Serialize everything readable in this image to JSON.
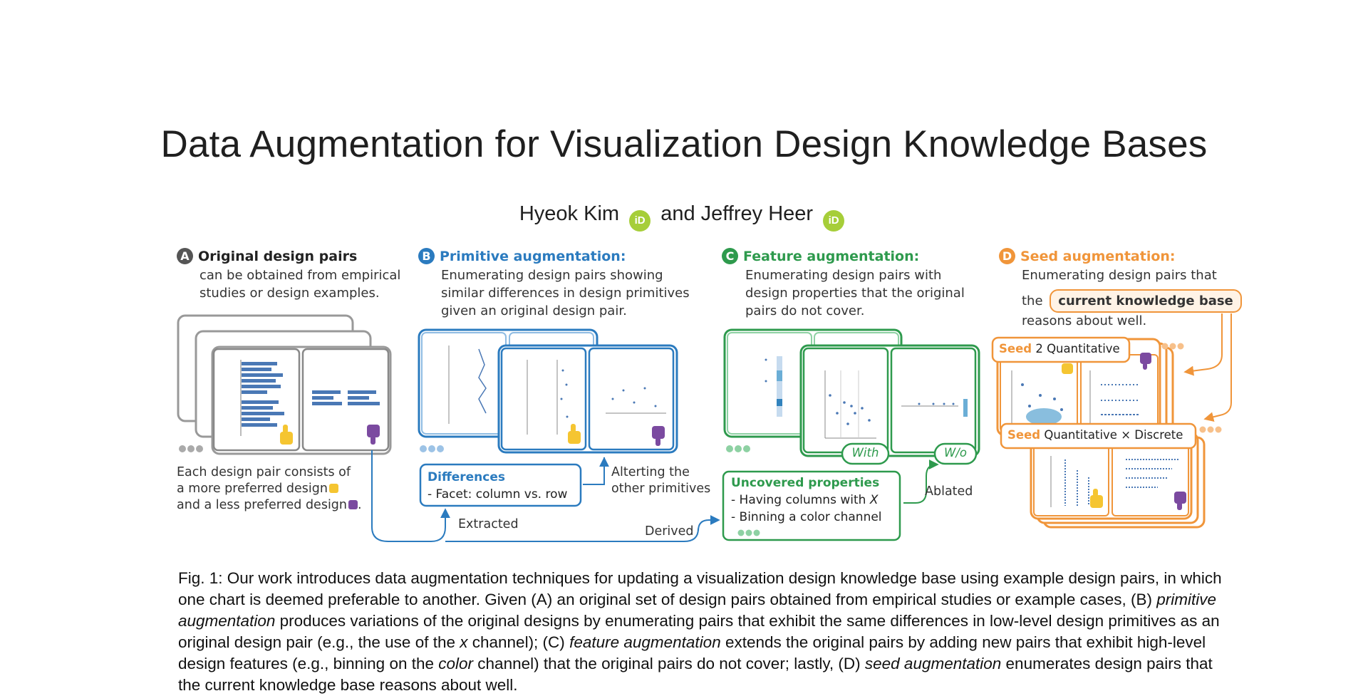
{
  "title": "Data Augmentation for Visualization Design Knowledge Bases",
  "authors": {
    "author1": "Hyeok Kim",
    "conjunction": "and",
    "author2": "Jeffrey Heer",
    "orcid_glyph": "iD"
  },
  "sections": {
    "a": {
      "badge": "A",
      "title": "Original design pairs",
      "desc": [
        "can be obtained from empirical",
        "studies or design examples."
      ],
      "note": [
        "Each design pair consists of",
        "a more preferred design",
        "and a less preferred design"
      ],
      "color": "#555555"
    },
    "b": {
      "badge": "B",
      "title": "Primitive augmentation:",
      "desc": [
        "Enumerating design pairs showing",
        "similar differences in design primitives",
        "given an original design pair."
      ],
      "differences_title": "Differences",
      "differences_item": "- Facet: column vs. row",
      "altering": [
        "Alterting the",
        "other primitives"
      ],
      "extracted": "Extracted",
      "color": "#2b7bbf"
    },
    "c": {
      "badge": "C",
      "title": "Feature augmentation:",
      "desc": [
        "Enumerating design pairs with",
        "design properties that the original",
        "pairs do not cover."
      ],
      "with_label": "With",
      "without_label": "W/o",
      "uncovered_title": "Uncovered properties",
      "uncovered_item1": "- Having columns with ",
      "uncovered_item1_var": "X",
      "uncovered_item2": "- Binning a color channel",
      "ablated": "Ablated",
      "derived": "Derived",
      "color": "#2e9a4d"
    },
    "d": {
      "badge": "D",
      "title": "Seed augmentation:",
      "desc_line1": "Enumerating design pairs that",
      "desc_line2_pre": "the",
      "knowledge_base": "current knowledge base",
      "desc_line3": "reasons about well.",
      "seed_word": "Seed",
      "seed1": "2 Quantitative",
      "seed2": "Quantitative × Discrete",
      "color": "#f0953a"
    }
  },
  "caption": {
    "p1": "Fig. 1: Our work introduces data augmentation techniques for updating a visualization design knowledge base using example design pairs, in which one chart is deemed preferable to another. Given (A) an original set of design pairs obtained from empirical studies or example cases, (B) ",
    "p1_em": "primitive augmentation",
    "p2": " produces variations of the original designs by enumerating pairs that exhibit the same differences in low-level design primitives as an original design pair (e.g., the use of the ",
    "p2_em": "x",
    "p3": " channel); (C) ",
    "p3_em": "feature augmentation",
    "p4": " extends the original pairs by adding new pairs that exhibit high-level design features (e.g., binning on the ",
    "p4_em": "color",
    "p5": " channel) that the original pairs do not cover; lastly, (D) ",
    "p5_em": "seed augmentation",
    "p6": " enumerates design pairs that the current knowledge base reasons about well."
  },
  "icons": [
    "thumbs-up-icon",
    "thumbs-down-icon",
    "orcid-icon",
    "ellipsis-icon"
  ]
}
